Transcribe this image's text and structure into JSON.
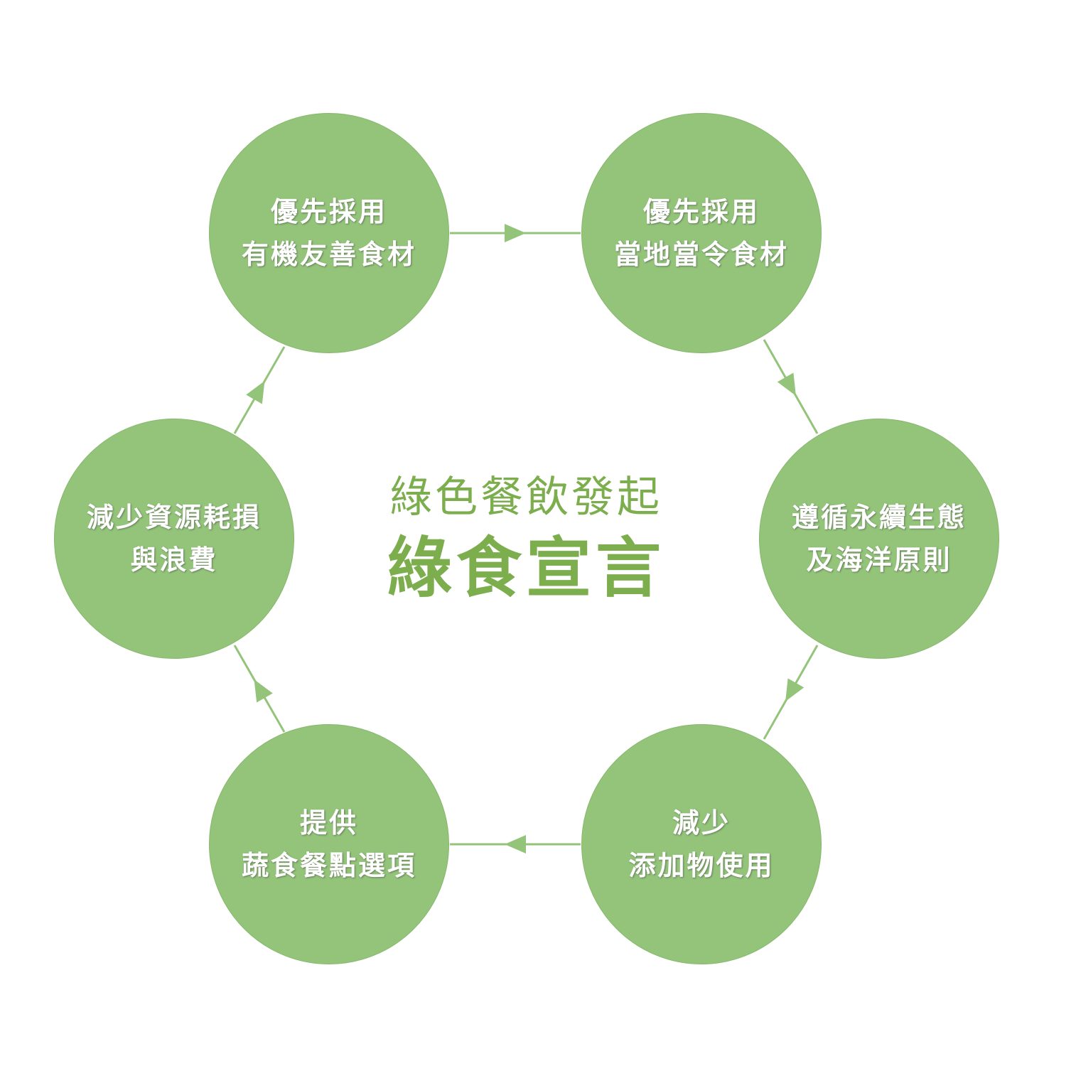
{
  "center": {
    "subtitle": "綠色餐飲發起",
    "title": "綠食宣言"
  },
  "nodes": [
    {
      "line1": "優先採用",
      "line2": "有機友善食材"
    },
    {
      "line1": "優先採用",
      "line2": "當地當令食材"
    },
    {
      "line1": "遵循永續生態",
      "line2": "及海洋原則"
    },
    {
      "line1": "減少",
      "line2": "添加物使用"
    },
    {
      "line1": "提供",
      "line2": "蔬食餐點選項"
    },
    {
      "line1": "減少資源耗損",
      "line2": "與浪費"
    }
  ],
  "colors": {
    "circle": "#93c47a",
    "accent": "#7cae4e",
    "connector": "#93c47a"
  }
}
